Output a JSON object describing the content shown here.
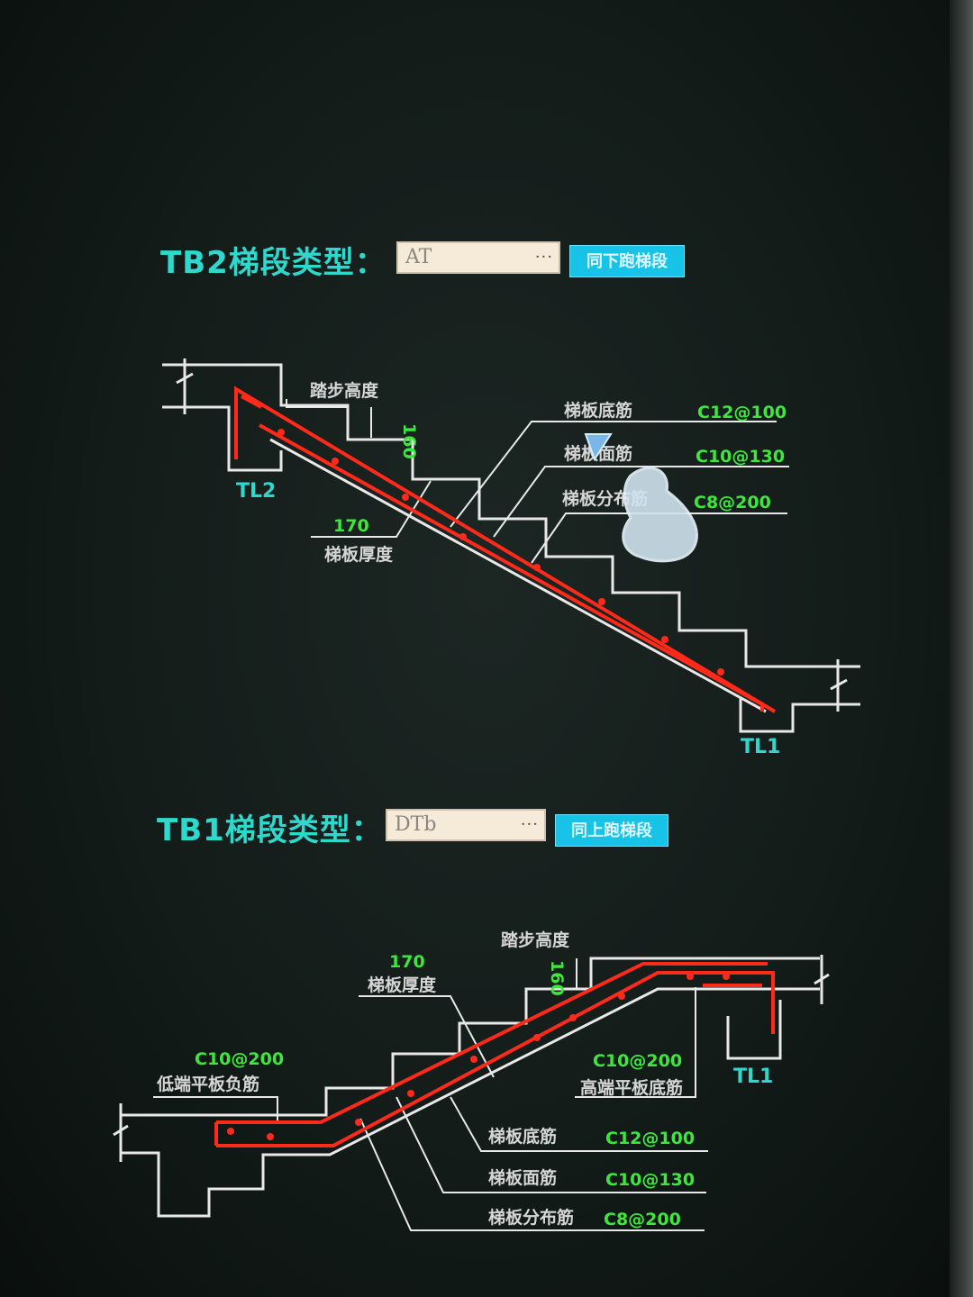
{
  "tb2": {
    "label": "TB2梯段类型：",
    "combo_value": "AT",
    "combo_button": "···",
    "action_button": "同下跑梯段",
    "drawing": {
      "step_height_label": "踏步高度",
      "step_height_value": "160",
      "slab_thickness_value": "170",
      "slab_thickness_label": "梯板厚度",
      "bottom_rebar_label": "梯板底筋",
      "bottom_rebar_value": "C12@100",
      "top_rebar_label": "梯板面筋",
      "top_rebar_value": "C10@130",
      "dist_rebar_label": "梯板分布筋",
      "dist_rebar_value": "C8@200",
      "beam_top": "TL2",
      "beam_bottom": "TL1"
    }
  },
  "tb1": {
    "label": "TB1梯段类型：",
    "combo_value": "DTb",
    "combo_button": "···",
    "action_button": "同上跑梯段",
    "drawing": {
      "step_height_label": "踏步高度",
      "step_height_value": "160",
      "slab_thickness_value": "170",
      "slab_thickness_label": "梯板厚度",
      "low_neg_value": "C10@200",
      "low_neg_label": "低端平板负筋",
      "high_bottom_value": "C10@200",
      "high_bottom_label": "高端平板底筋",
      "bottom_rebar_label": "梯板底筋",
      "bottom_rebar_value": "C12@100",
      "top_rebar_label": "梯板面筋",
      "top_rebar_value": "C10@130",
      "dist_rebar_label": "梯板分布筋",
      "dist_rebar_value": "C8@200",
      "beam": "TL1"
    }
  },
  "colors": {
    "rebar": "#ff2a1a",
    "outline": "#e8e8e8",
    "label_cyan": "#2fd8cc",
    "value_green": "#3ee63e",
    "button": "#18c3e8"
  },
  "icons": {
    "mouse_cursor": "cursor-icon"
  }
}
